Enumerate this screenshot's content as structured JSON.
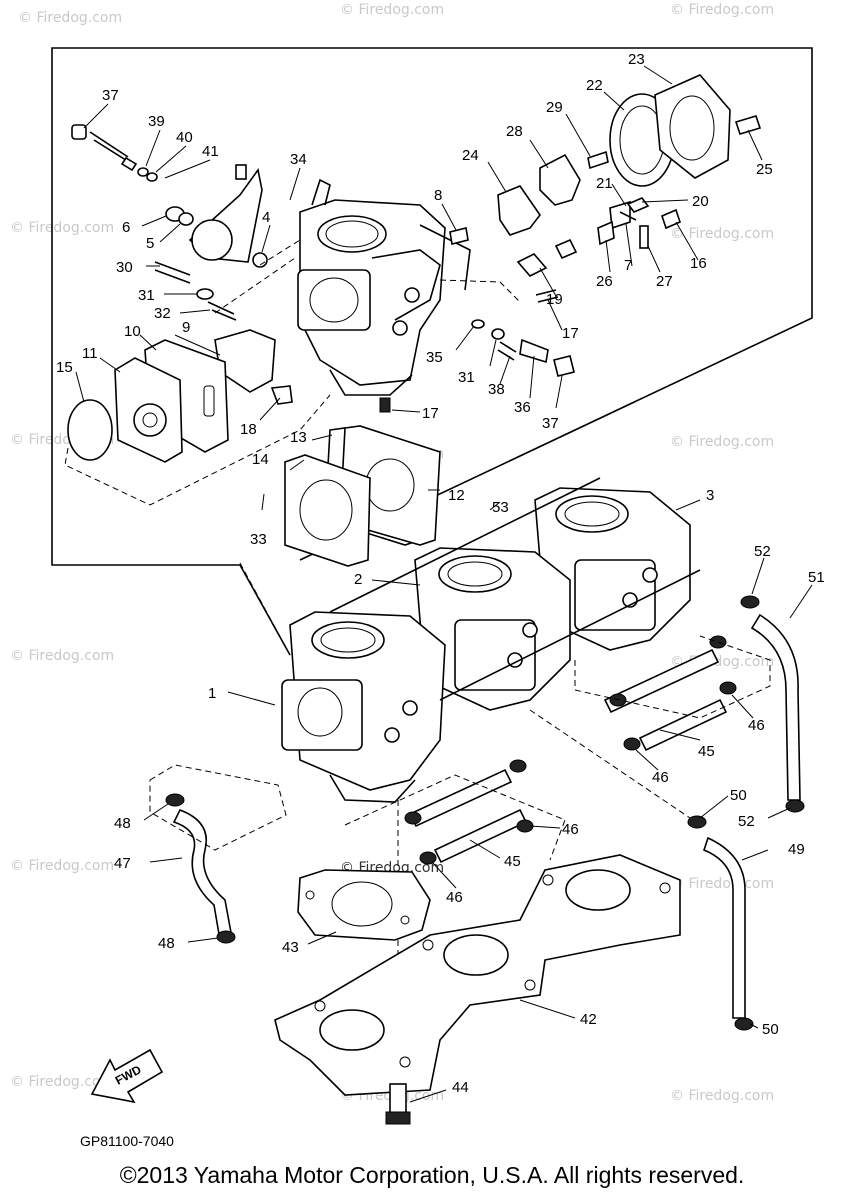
{
  "watermark": "© Firedog.com",
  "diagram_code": "GP81100-7040",
  "copyright": "©2013 Yamaha Motor Corporation, U.S.A. All rights reserved.",
  "fwd_arrow_label": "FWD",
  "parts": [
    "1",
    "2",
    "3",
    "4",
    "5",
    "6",
    "7",
    "8",
    "9",
    "10",
    "11",
    "12",
    "13",
    "14",
    "15",
    "16",
    "17",
    "18",
    "19",
    "20",
    "21",
    "22",
    "23",
    "24",
    "25",
    "26",
    "27",
    "28",
    "29",
    "30",
    "31",
    "32",
    "33",
    "34",
    "35",
    "36",
    "37",
    "38",
    "39",
    "40",
    "41",
    "42",
    "43",
    "44",
    "45",
    "46",
    "47",
    "48",
    "49",
    "50",
    "51",
    "52",
    "53"
  ]
}
